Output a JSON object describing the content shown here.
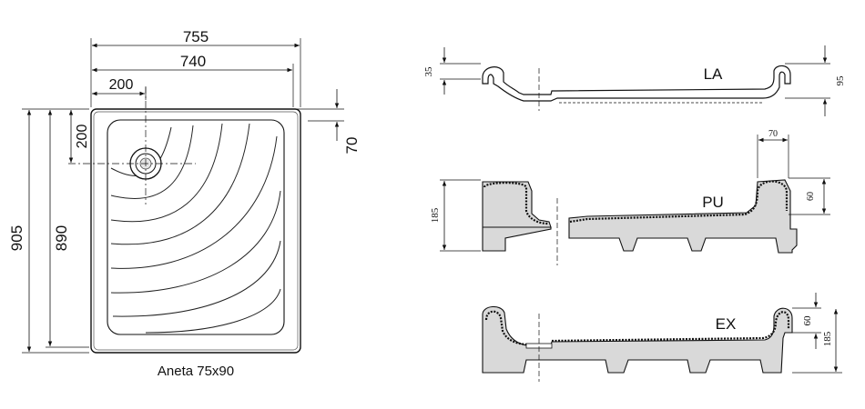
{
  "plan": {
    "caption": "Aneta 75x90",
    "width_outer": "755",
    "width_inner": "740",
    "drain_x": "200",
    "drain_y": "200",
    "depth_outer": "905",
    "depth_inner": "890",
    "rim": "70"
  },
  "profiles": {
    "la": {
      "label": "LA",
      "left_dim": "35",
      "right_dim": "95"
    },
    "pu": {
      "label": "PU",
      "left_dim": "185",
      "top_dim": "70",
      "right_dim": "60"
    },
    "ex": {
      "label": "EX",
      "right_small": "60",
      "right_large": "185"
    }
  },
  "colors": {
    "line": "#111111",
    "fill_grey": "#d9d9d9",
    "background": "#ffffff"
  }
}
